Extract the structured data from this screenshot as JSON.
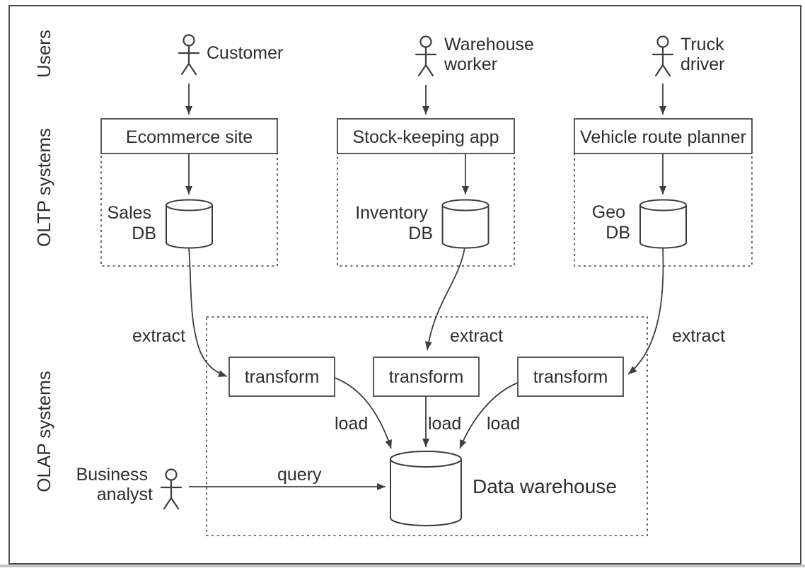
{
  "diagram": {
    "side_labels": {
      "users": "Users",
      "oltp": "OLTP systems",
      "olap": "OLAP systems"
    },
    "actors": {
      "customer": {
        "label": "Customer"
      },
      "warehouse_worker": {
        "line1": "Warehouse",
        "line2": "worker"
      },
      "truck_driver": {
        "line1": "Truck",
        "line2": "driver"
      },
      "business_analyst": {
        "line1": "Business",
        "line2": "analyst"
      }
    },
    "oltp_apps": {
      "ecommerce": "Ecommerce site",
      "stock_keeping": "Stock-keeping app",
      "route_planner": "Vehicle route planner"
    },
    "oltp_databases": {
      "sales": {
        "line1": "Sales",
        "line2": "DB"
      },
      "inventory": {
        "line1": "Inventory",
        "line2": "DB"
      },
      "geo": {
        "line1": "Geo",
        "line2": "DB"
      }
    },
    "etl": {
      "transform_label": "transform",
      "extract_label": "extract",
      "load_label": "load",
      "query_label": "query"
    },
    "warehouse": {
      "label": "Data warehouse"
    },
    "colors": {
      "line": "#3e3e3e",
      "text": "#2e2e2e",
      "background": "#ffffff",
      "page_edge": "#c5c5c5"
    }
  }
}
